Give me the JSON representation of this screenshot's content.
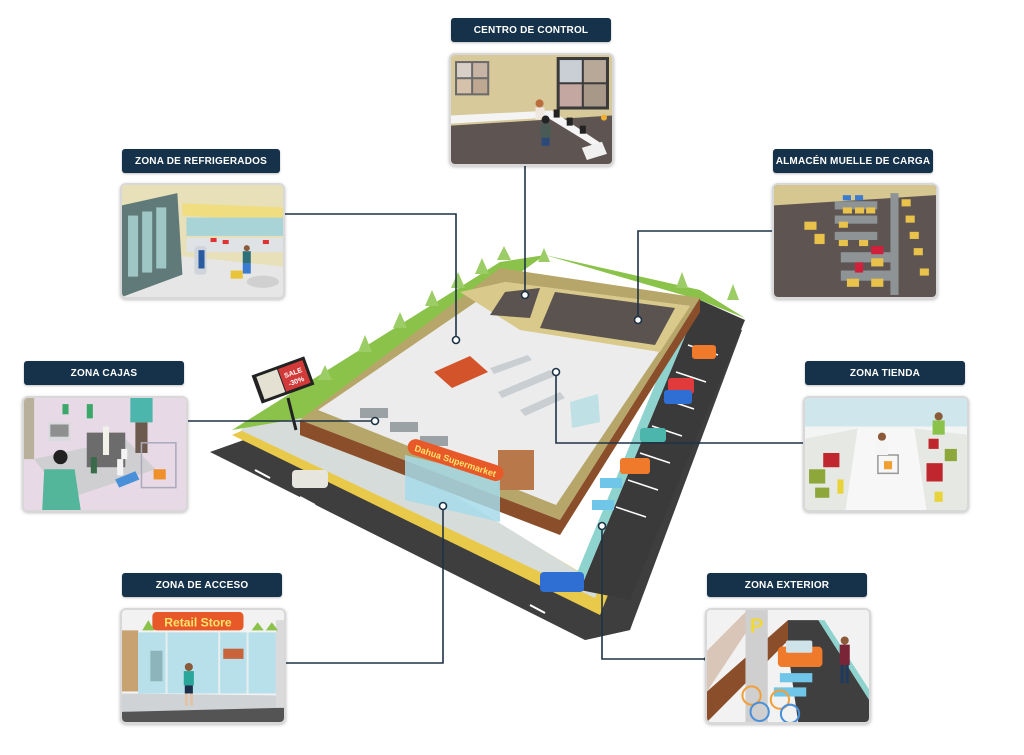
{
  "title": "Supermarket security zones map",
  "zones": {
    "control": {
      "label": "CENTRO DE CONTROL"
    },
    "refrigerated": {
      "label": "ZONA DE REFRIGERADOS"
    },
    "loading_dock": {
      "label": "ALMACÉN MUELLE DE CARGA"
    },
    "checkout": {
      "label": "ZONA CAJAS"
    },
    "store": {
      "label": "ZONA TIENDA"
    },
    "access": {
      "label": "ZONA DE ACCESO"
    },
    "exterior": {
      "label": "ZONA EXTERIOR"
    }
  },
  "signage": {
    "storefront": "Dahua Supermarket",
    "billboard_line1": "SALE",
    "billboard_line2": "-30%",
    "access_sign": "Retail Store",
    "parking_sign": "P"
  },
  "colors": {
    "pill_bg": "#16324a",
    "connector": "#1e3246",
    "grass": "#8bc34a",
    "wall": "#d9c98a",
    "floor": "#ececec",
    "road": "#3e3e3e",
    "accent_orange": "#e8592a"
  }
}
